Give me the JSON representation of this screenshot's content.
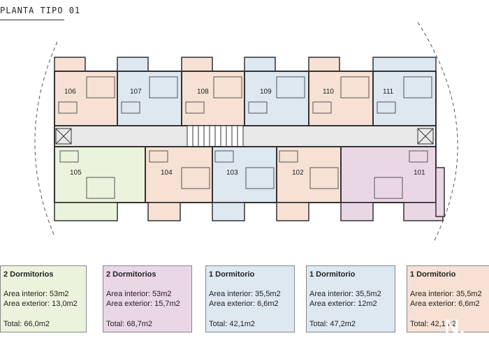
{
  "title": "PLANTA TIPO 01",
  "colors": {
    "green": "#ecf3dd",
    "purple": "#ead7e6",
    "blue": "#dde8f1",
    "peach": "#f6e1d4",
    "corridor": "#e9e9e9",
    "wall": "#333333"
  },
  "units_top": [
    "106",
    "107",
    "108",
    "109",
    "110",
    "111"
  ],
  "units_bottom": [
    "105",
    "104",
    "103",
    "102",
    "101"
  ],
  "cards": [
    {
      "type": "2 Dormitorios",
      "interior": "Area interior: 53m2",
      "exterior": "Area exterior: 13,0m2",
      "total": "Total: 66,0m2",
      "color": "#ecf3dd"
    },
    {
      "type": "2 Dormitorios",
      "interior": "Area interior: 53m2",
      "exterior": "Area exterior: 15,7m2",
      "total": "Total: 68,7m2",
      "color": "#ead7e6"
    },
    {
      "type": "1 Dormitorio",
      "interior": "Area interior: 35,5m2",
      "exterior": "Area exterior: 6,6m2",
      "total": "Total: 42,1m2",
      "color": "#dde8f1"
    },
    {
      "type": "1 Dormitorio",
      "interior": "Area interior: 35,5m2",
      "exterior": "Area exterior: 12m2",
      "total": "Total: 47,2m2",
      "color": "#dde8f1"
    },
    {
      "type": "1 Dormitorio",
      "interior": "Area interior: 35,5m2",
      "exterior": "Area exterior: 6,6m2",
      "total": "Total: 42,1m2",
      "color": "#f6e1d4"
    }
  ],
  "logo": "N."
}
